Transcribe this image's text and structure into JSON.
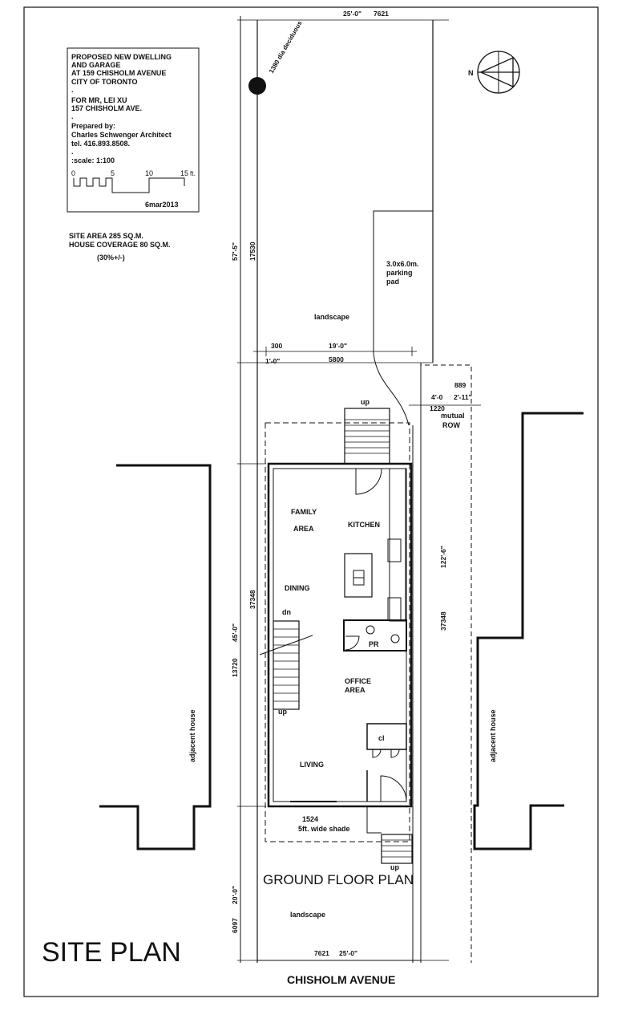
{
  "title_block": {
    "lines": [
      "PROPOSED NEW DWELLING",
      "AND GARAGE",
      "AT 159 CHISHOLM AVENUE",
      "CITY OF TORONTO",
      ".",
      "FOR MR, LEI XU",
      "157 CHISHOLM AVE.",
      ".",
      "Prepared by:",
      "Charles Schwenger Architect",
      "tel. 416.893.8508.",
      ".",
      ":scale:  1:100"
    ],
    "scale_ticks": [
      "0",
      "5",
      "10",
      "15"
    ],
    "scale_unit": "ft.",
    "date": "6mar2013"
  },
  "site_stats": {
    "area": "SITE AREA    285 SQ.M.",
    "coverage": "HOUSE COVERAGE    80 SQ.M.",
    "percent": "(30%+/-)"
  },
  "north_label": "N",
  "tree_label": "1380 dia deciduous",
  "rooms": {
    "family": "FAMILY",
    "area": "AREA",
    "kitchen": "KITCHEN",
    "dining": "DINING",
    "pr": "PR",
    "office": "OFFICE",
    "office_area": "AREA",
    "living": "LIVING",
    "cl": "cl",
    "dn": "dn",
    "stair_up": "up",
    "rear_up": "up",
    "front_up": "up"
  },
  "labels": {
    "landscape_rear": "landscape",
    "landscape_front": "landscape",
    "parking_1": "3.0x6.0m.",
    "parking_2": "parking",
    "parking_3": "pad",
    "mutual": "mutual",
    "row": "ROW",
    "shade_dim": "1524",
    "shade_text": "5ft. wide shade",
    "adjacent_left": "adjacent house",
    "adjacent_right": "adjacent house",
    "ground_floor": "GROUND FLOOR PLAN",
    "site_plan": "SITE PLAN",
    "street": "CHISHOLM AVENUE"
  },
  "dimensions": {
    "top_imp": "25'-0\"",
    "top_met": "7621",
    "lot_depth_imp": "57'-5\"",
    "lot_depth_met": "17530",
    "d300": "300",
    "d1_0": "1'-0\"",
    "d19_0": "19'-0\"",
    "d5800": "5800",
    "d889": "889",
    "d4_0": "4'-0",
    "d2_11": "2'-11\"",
    "d1220": "1220",
    "d122_6": "122'-6\"",
    "d37348_r": "37348",
    "d37348_l": "37348",
    "d45_0": "45'-0\"",
    "d13720": "13720",
    "d20_0": "20'-0\"",
    "d6097": "6097",
    "bottom_met": "7621",
    "bottom_imp": "25'-0\""
  }
}
